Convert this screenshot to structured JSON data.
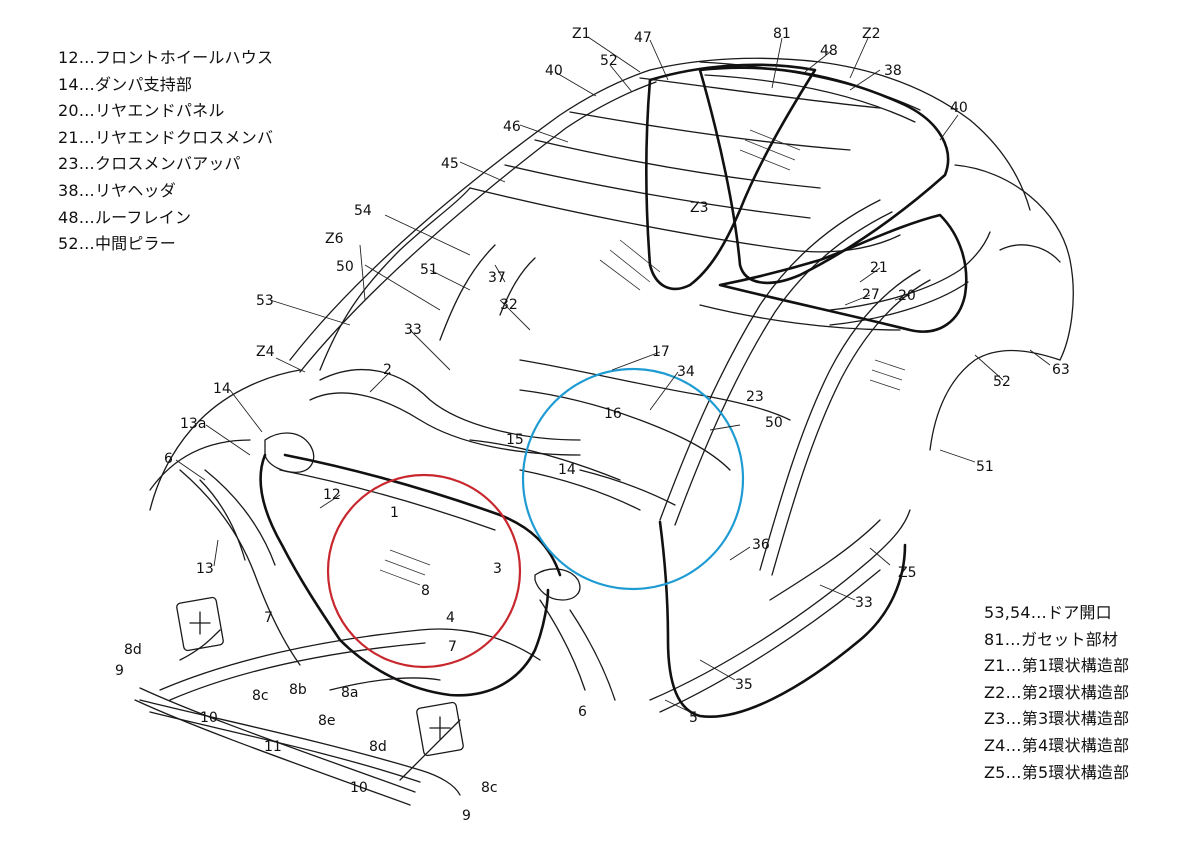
{
  "legend_left": [
    {
      "id": "12",
      "text": "12…フロントホイールハウス"
    },
    {
      "id": "14",
      "text": "14…ダンパ支持部"
    },
    {
      "id": "20",
      "text": "20…リヤエンドパネル"
    },
    {
      "id": "21",
      "text": "21…リヤエンドクロスメンバ"
    },
    {
      "id": "23",
      "text": "23…クロスメンバアッパ"
    },
    {
      "id": "38",
      "text": "38…リヤヘッダ"
    },
    {
      "id": "48",
      "text": "48…ルーフレイン"
    },
    {
      "id": "52",
      "text": "52…中間ピラー"
    }
  ],
  "legend_right": [
    {
      "id": "53-54",
      "text": "53,54…ドア開口"
    },
    {
      "id": "81",
      "text": "81…ガセット部材"
    },
    {
      "id": "Z1",
      "text": "Z1…第1環状構造部"
    },
    {
      "id": "Z2",
      "text": "Z2…第2環状構造部"
    },
    {
      "id": "Z3",
      "text": "Z3…第3環状構造部"
    },
    {
      "id": "Z4",
      "text": "Z4…第4環状構造部"
    },
    {
      "id": "Z5",
      "text": "Z5…第5環状構造部"
    }
  ],
  "callouts": {
    "Z1": "Z1",
    "Z2": "Z2",
    "Z3": "Z3",
    "Z4": "Z4",
    "Z5": "Z5",
    "Z6": "Z6",
    "n1": "1",
    "n2": "2",
    "n3": "3",
    "n4": "4",
    "n5": "5",
    "n6a": "6",
    "n6b": "6",
    "n7a": "7",
    "n7b": "7",
    "n8": "8",
    "n8a": "8a",
    "n8b": "8b",
    "n8ca": "8c",
    "n8cb": "8c",
    "n8da": "8d",
    "n8db": "8d",
    "n8e": "8e",
    "n9a": "9",
    "n9b": "9",
    "n10a": "10",
    "n10b": "10",
    "n11": "11",
    "n12": "12",
    "n13": "13",
    "n13a": "13a",
    "n14a": "14",
    "n14b": "14",
    "n15": "15",
    "n16": "16",
    "n17": "17",
    "n20": "20",
    "n21": "21",
    "n23": "23",
    "n27": "27",
    "n32": "32",
    "n33a": "33",
    "n33b": "33",
    "n34": "34",
    "n35": "35",
    "n36": "36",
    "n37": "37",
    "n38": "38",
    "n40a": "40",
    "n40b": "40",
    "n45": "45",
    "n46": "46",
    "n47": "47",
    "n48": "48",
    "n50a": "50",
    "n50b": "50",
    "n51a": "51",
    "n51b": "51",
    "n52a": "52",
    "n52b": "52",
    "n53": "53",
    "n54": "54",
    "n63": "63",
    "n81": "81"
  },
  "colors": {
    "ink": "#111111",
    "highlight_red": "#c8282d",
    "highlight_blue": "#1e9bd2",
    "background": "#ffffff"
  }
}
